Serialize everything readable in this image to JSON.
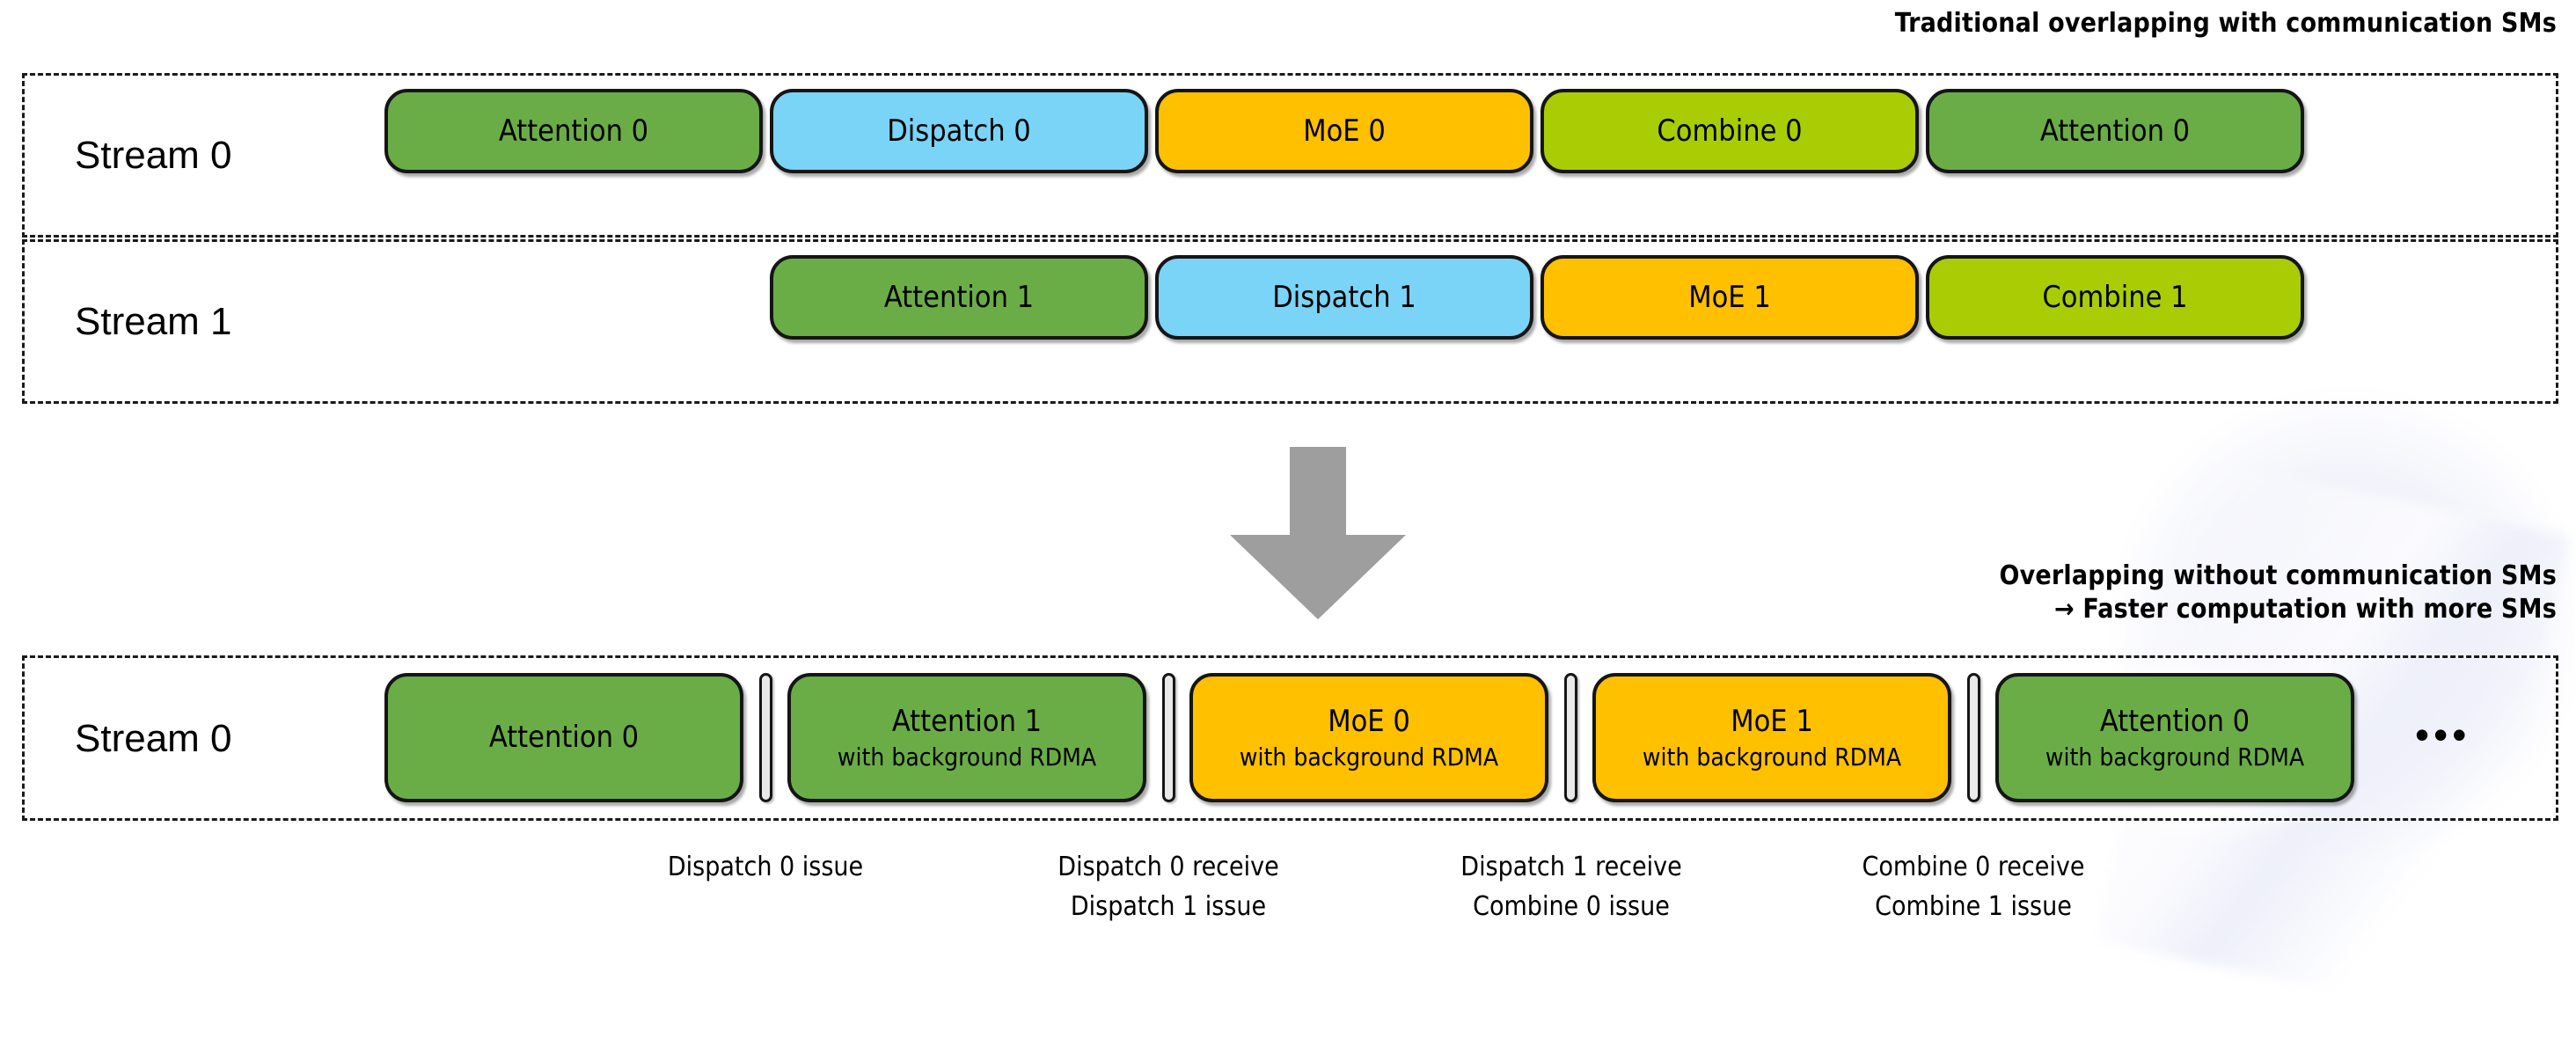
{
  "palette": {
    "green": "#6AAD46",
    "blue": "#79D4F7",
    "amber": "#FFC000",
    "lime": "#AACC04",
    "arrow_gray": "#9E9E9E",
    "separator_fill": "#E9E9E9",
    "outline": "#151515",
    "frame_dash": "#1A1A1A"
  },
  "top_section": {
    "heading": "Traditional overlapping with communication SMs",
    "rows": [
      {
        "label": "Stream 0",
        "boxes": [
          {
            "title": "Attention 0",
            "color": "green"
          },
          {
            "title": "Dispatch 0",
            "color": "blue"
          },
          {
            "title": "MoE 0",
            "color": "amber"
          },
          {
            "title": "Combine 0",
            "color": "lime"
          },
          {
            "title": "Attention 0",
            "color": "green"
          }
        ]
      },
      {
        "label": "Stream 1",
        "boxes": [
          {
            "title": "Attention 1",
            "color": "green"
          },
          {
            "title": "Dispatch 1",
            "color": "blue"
          },
          {
            "title": "MoE 1",
            "color": "amber"
          },
          {
            "title": "Combine 1",
            "color": "lime"
          }
        ]
      }
    ]
  },
  "transition": {
    "arrow": "down-arrow"
  },
  "bottom_section": {
    "heading": "Overlapping without communication SMs\n→ Faster computation with more SMs",
    "row": {
      "label": "Stream 0",
      "boxes": [
        {
          "title": "Attention 0",
          "subtitle": "",
          "color": "green"
        },
        {
          "title": "Attention 1",
          "subtitle": "with background RDMA",
          "color": "green"
        },
        {
          "title": "MoE 0",
          "subtitle": "with background RDMA",
          "color": "amber"
        },
        {
          "title": "MoE 1",
          "subtitle": "with background RDMA",
          "color": "amber"
        },
        {
          "title": "Attention 0",
          "subtitle": "with background RDMA",
          "color": "green"
        }
      ],
      "trailing": "•••"
    },
    "captions": [
      "Dispatch 0 issue",
      "Dispatch 0 receive\nDispatch 1 issue",
      "Dispatch 1 receive\nCombine 0 issue",
      "Combine 0 receive\nCombine 1 issue"
    ]
  }
}
